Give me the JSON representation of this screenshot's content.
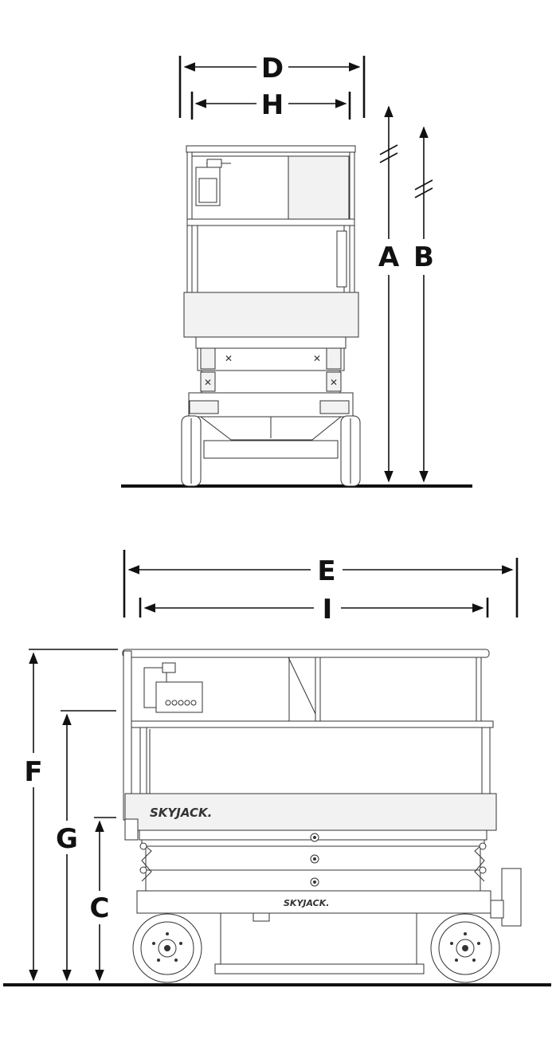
{
  "dimensions": {
    "A": "A",
    "B": "B",
    "C": "C",
    "D": "D",
    "E": "E",
    "F": "F",
    "G": "G",
    "H": "H",
    "I": "I"
  },
  "branding": {
    "platform_logo": "SKYJACK.",
    "base_logo": "SKYJACK."
  },
  "colors": {
    "ink": "#111111",
    "panel": "#f2f2f2",
    "ground": "#111111"
  }
}
